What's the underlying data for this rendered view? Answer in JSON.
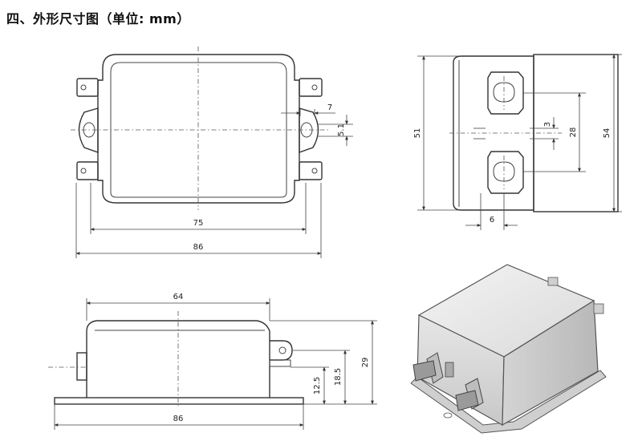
{
  "title": "四、外形尺寸图（单位: mm）",
  "top_view": {
    "dim_width": "75",
    "dim_overall": "86",
    "dim_tab_w": "7",
    "dim_tab_h": "5.1"
  },
  "side_view": {
    "dim_height": "51",
    "dim_overall_h": "54",
    "dim_pin_spacing": "28",
    "dim_pin_w": "3",
    "dim_offset": "6"
  },
  "front_view": {
    "dim_width": "64",
    "dim_base": "86",
    "dim_height": "29",
    "dim_terminal": "18.5",
    "dim_pin_height": "12.5"
  }
}
